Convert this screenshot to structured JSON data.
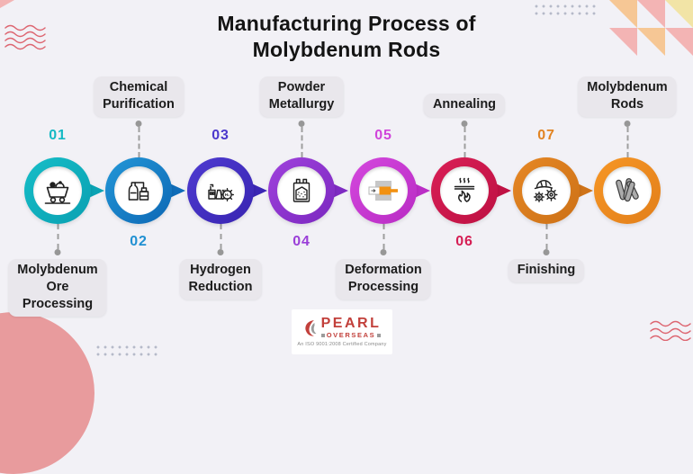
{
  "title": {
    "line1": "Manufacturing Process of",
    "line2": "Molybdenum Rods"
  },
  "steps": [
    {
      "number": "01",
      "label": "Molybdenum\nOre Processing",
      "color": "#14b9c4",
      "color_dark": "#0ba3b4",
      "icon": "mine-cart-icon"
    },
    {
      "number": "02",
      "label": "Chemical\nPurification",
      "color": "#2090d2",
      "color_dark": "#0f6cb8",
      "icon": "chemical-plant-icon"
    },
    {
      "number": "03",
      "label": "Hydrogen\nReduction",
      "color": "#4b38cc",
      "color_dark": "#3a26b4",
      "icon": "hydrogen-plant-icon"
    },
    {
      "number": "04",
      "label": "Powder\nMetallurgy",
      "color": "#9a3ed8",
      "color_dark": "#7e2ac2",
      "icon": "sintering-furnace-icon"
    },
    {
      "number": "05",
      "label": "Deformation\nProcessing",
      "color": "#d044da",
      "color_dark": "#bb2ec6",
      "icon": "extrusion-die-icon"
    },
    {
      "number": "06",
      "label": "Annealing",
      "color": "#d51d53",
      "color_dark": "#c01244",
      "icon": "annealing-flame-icon"
    },
    {
      "number": "07",
      "label": "Finishing",
      "color": "#e28422",
      "color_dark": "#cf7318",
      "icon": "helmet-gears-icon"
    },
    {
      "number": "",
      "label": "Molybdenum\nRods",
      "color": "#f39324",
      "color_dark": "#e4811b",
      "icon": "molybdenum-rods-icon"
    }
  ],
  "logo": {
    "brand": "PEARL",
    "brand2": "OVERSEAS",
    "tagline": "An ISO 9001:2008 Certified Company",
    "accent": "#c2403b",
    "square": "#9b9b9b"
  },
  "decor": {
    "wave_color": "#dd6570",
    "dot_color": "#b6bac9",
    "pink": "#f3b4b4",
    "orange": "#f6c795",
    "yellow": "#f2e4a6",
    "circle_pink": "#e89b9d"
  }
}
